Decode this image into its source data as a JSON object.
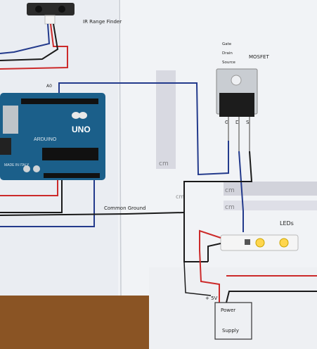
{
  "labels": {
    "ir_sensor": "IR Range Finder",
    "pin_gate": "Gate",
    "pin_drain": "Drain",
    "pin_source": "Source",
    "mosfet": "MOSFET",
    "pin_letters": [
      "G",
      "D",
      "S"
    ],
    "arduino_uno": "UNO",
    "arduino_brand": "ARDUINO",
    "arduino_made": "MADE IN ITALY",
    "a0": "A0",
    "common_ground": "Common Ground",
    "leds": "LEDs",
    "plus_5v": "+ 5V",
    "power_supply_line1": "Power",
    "power_supply_line2": "Supply",
    "cm_marks": [
      "cm",
      "cm",
      "cm",
      "cm"
    ]
  },
  "colors": {
    "paper": "#eef0f4",
    "arduino": "#1b5f8a",
    "wire_blue": "#233a8c",
    "wire_red": "#cc2a2a",
    "wire_black": "#1a1a1a",
    "table": "#8a5424"
  }
}
